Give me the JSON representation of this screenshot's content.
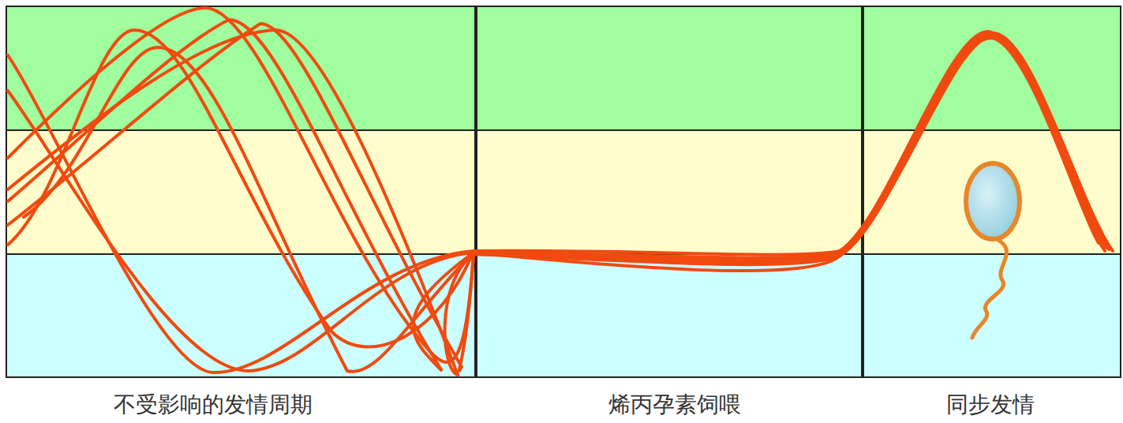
{
  "diagram": {
    "labels": [
      "不受影响的发情周期",
      "烯丙孕素饲喂",
      "同步发情"
    ]
  }
}
